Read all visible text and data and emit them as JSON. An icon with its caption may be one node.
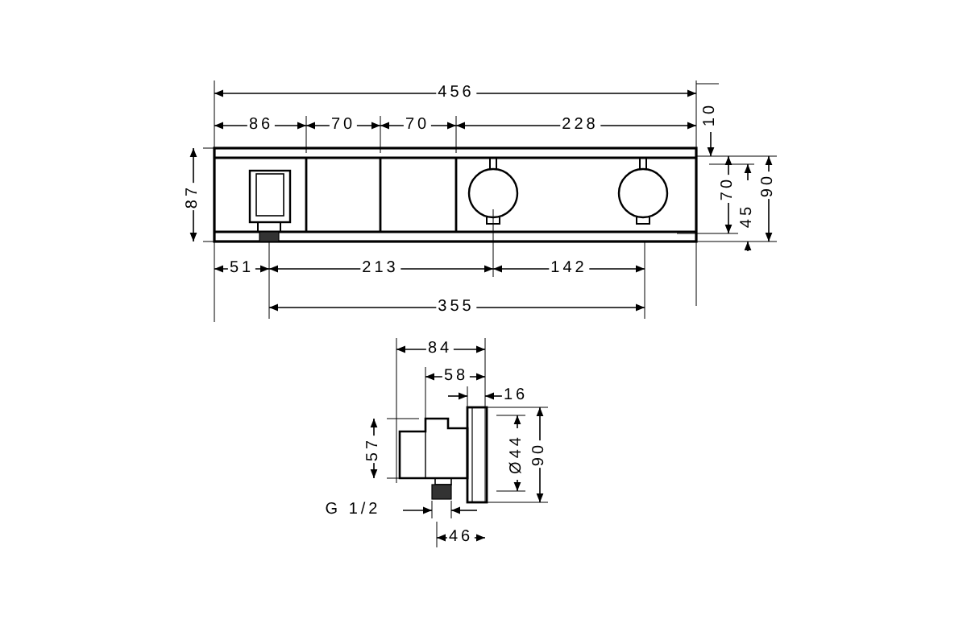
{
  "diagram": {
    "labels": [
      "456",
      "86",
      "70",
      "70",
      "228",
      "10",
      "87",
      "70",
      "45",
      "90",
      "51",
      "213",
      "142",
      "355",
      "84",
      "58",
      "16",
      "57",
      "Ø44",
      "90",
      "G 1/2",
      "46"
    ]
  }
}
